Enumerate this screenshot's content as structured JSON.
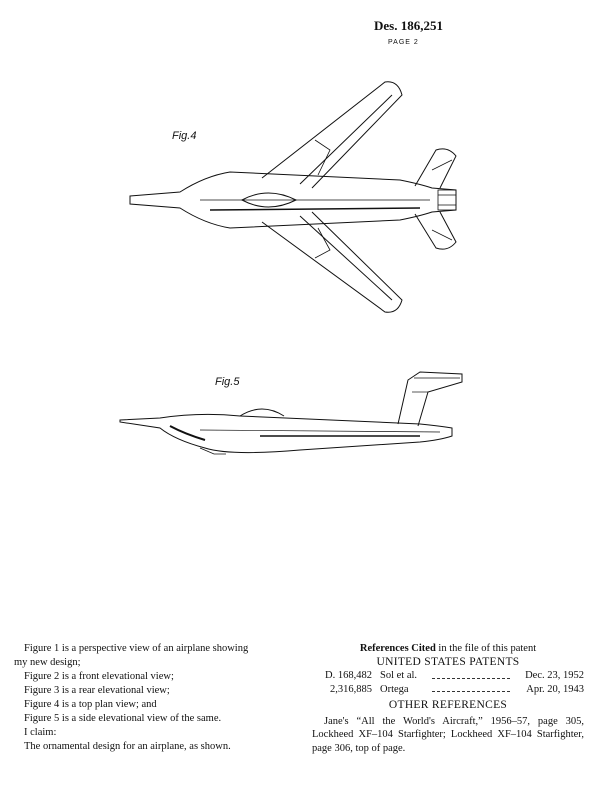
{
  "header": {
    "patent_number": "Des. 186,251",
    "page": "PAGE 2"
  },
  "figures": {
    "fig4_label": "Fig.4",
    "fig5_label": "Fig.5"
  },
  "description": {
    "line1": "Figure 1 is a perspective view of an airplane showing",
    "line1b": "my new design;",
    "line2": "Figure 2 is a front elevational view;",
    "line3": "Figure 3 is a rear elevational view;",
    "line4": "Figure 4 is a top plan view; and",
    "line5": "Figure 5 is a side elevational view of the same.",
    "claim_intro": "I claim:",
    "claim": "The ornamental design for an airplane, as shown."
  },
  "references": {
    "heading_bold": "References Cited",
    "heading_rest": " in the file of this patent",
    "us_title": "UNITED STATES PATENTS",
    "patents": [
      {
        "number": "D. 168,482",
        "name": "Sol et al.",
        "date": "Dec. 23, 1952"
      },
      {
        "number": "2,316,885",
        "name": "Ortega",
        "date": "Apr. 20, 1943"
      }
    ],
    "other_title": "OTHER REFERENCES",
    "other_text": "Jane's “All the World's Aircraft,” 1956–57, page 305, Lockheed XF–104 Starfighter; Lockheed XF–104 Starfighter, page 306, top of page."
  }
}
